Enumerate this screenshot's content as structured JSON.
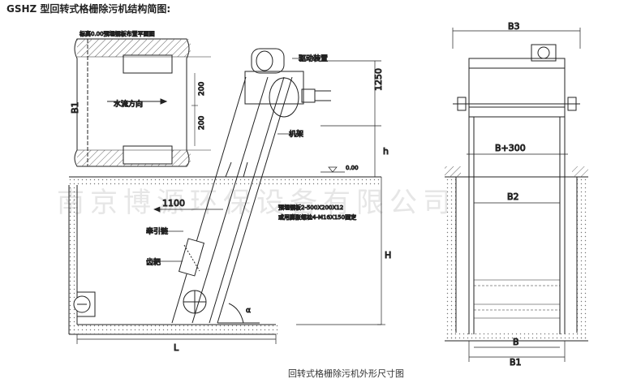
{
  "title": "GSHZ 型回转式格栅除污机结构简图:",
  "caption": "回转式格栅除污机外形尺寸图",
  "watermark": "南京博源环保设备有限公司",
  "left_view": {
    "plan_label": "标高0.00预埋钢板布置平面图",
    "flow_label": "水流方向",
    "drive_label": "驱动装置",
    "frame_label": "机架",
    "chain_label": "牵引链",
    "rake_label": "齿耙",
    "plate_label_1": "预埋钢板2-500X200X12",
    "plate_label_2": "或用膨胀螺栓4-M16X150固定",
    "elevation_label": "0.00",
    "dim_b1": "B1",
    "dim_200_a": "200",
    "dim_200_b": "200",
    "dim_1250": "1250",
    "dim_h_small": "h",
    "dim_h_large": "H",
    "dim_1100": "1100",
    "dim_l": "L",
    "angle_label": "α"
  },
  "right_view": {
    "dim_b3": "B3",
    "dim_b300": "B+300",
    "dim_b2": "B2",
    "dim_b": "B",
    "dim_b1": "B1"
  },
  "colors": {
    "line": "#222222",
    "hatch": "#555555",
    "watermark": "#e6e6e6"
  }
}
